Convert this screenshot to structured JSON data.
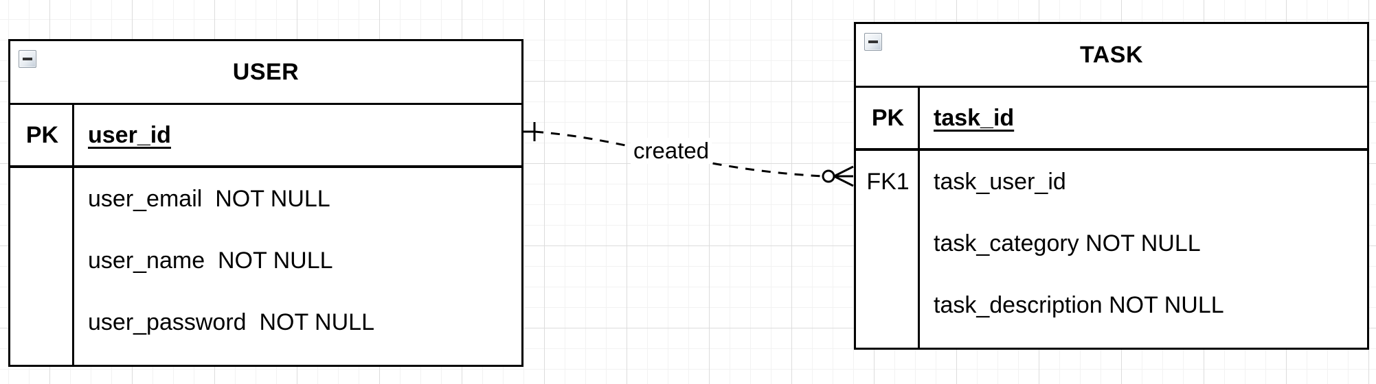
{
  "diagram": {
    "entities": [
      {
        "title": "USER",
        "rows": [
          {
            "key": "PK",
            "name": "user_id",
            "pk": true
          },
          {
            "key": "",
            "name": "user_email  NOT NULL"
          },
          {
            "key": "",
            "name": "user_name  NOT NULL"
          },
          {
            "key": "",
            "name": "user_password  NOT NULL"
          }
        ]
      },
      {
        "title": "TASK",
        "rows": [
          {
            "key": "PK",
            "name": "task_id",
            "pk": true
          },
          {
            "key": "FK1",
            "name": "task_user_id"
          },
          {
            "key": "",
            "name": "task_category NOT NULL"
          },
          {
            "key": "",
            "name": "task_description NOT NULL"
          }
        ]
      }
    ],
    "relationship": {
      "label": "created",
      "from_entity": "USER",
      "to_entity": "TASK",
      "from_cardinality": "one",
      "to_cardinality": "zero-or-many",
      "line_style": "dashed"
    },
    "colors": {
      "line": "#000000",
      "entity_background": "#ffffff",
      "grid_minor": "#f2f2f2",
      "grid_major": "#dcdcdc"
    }
  }
}
